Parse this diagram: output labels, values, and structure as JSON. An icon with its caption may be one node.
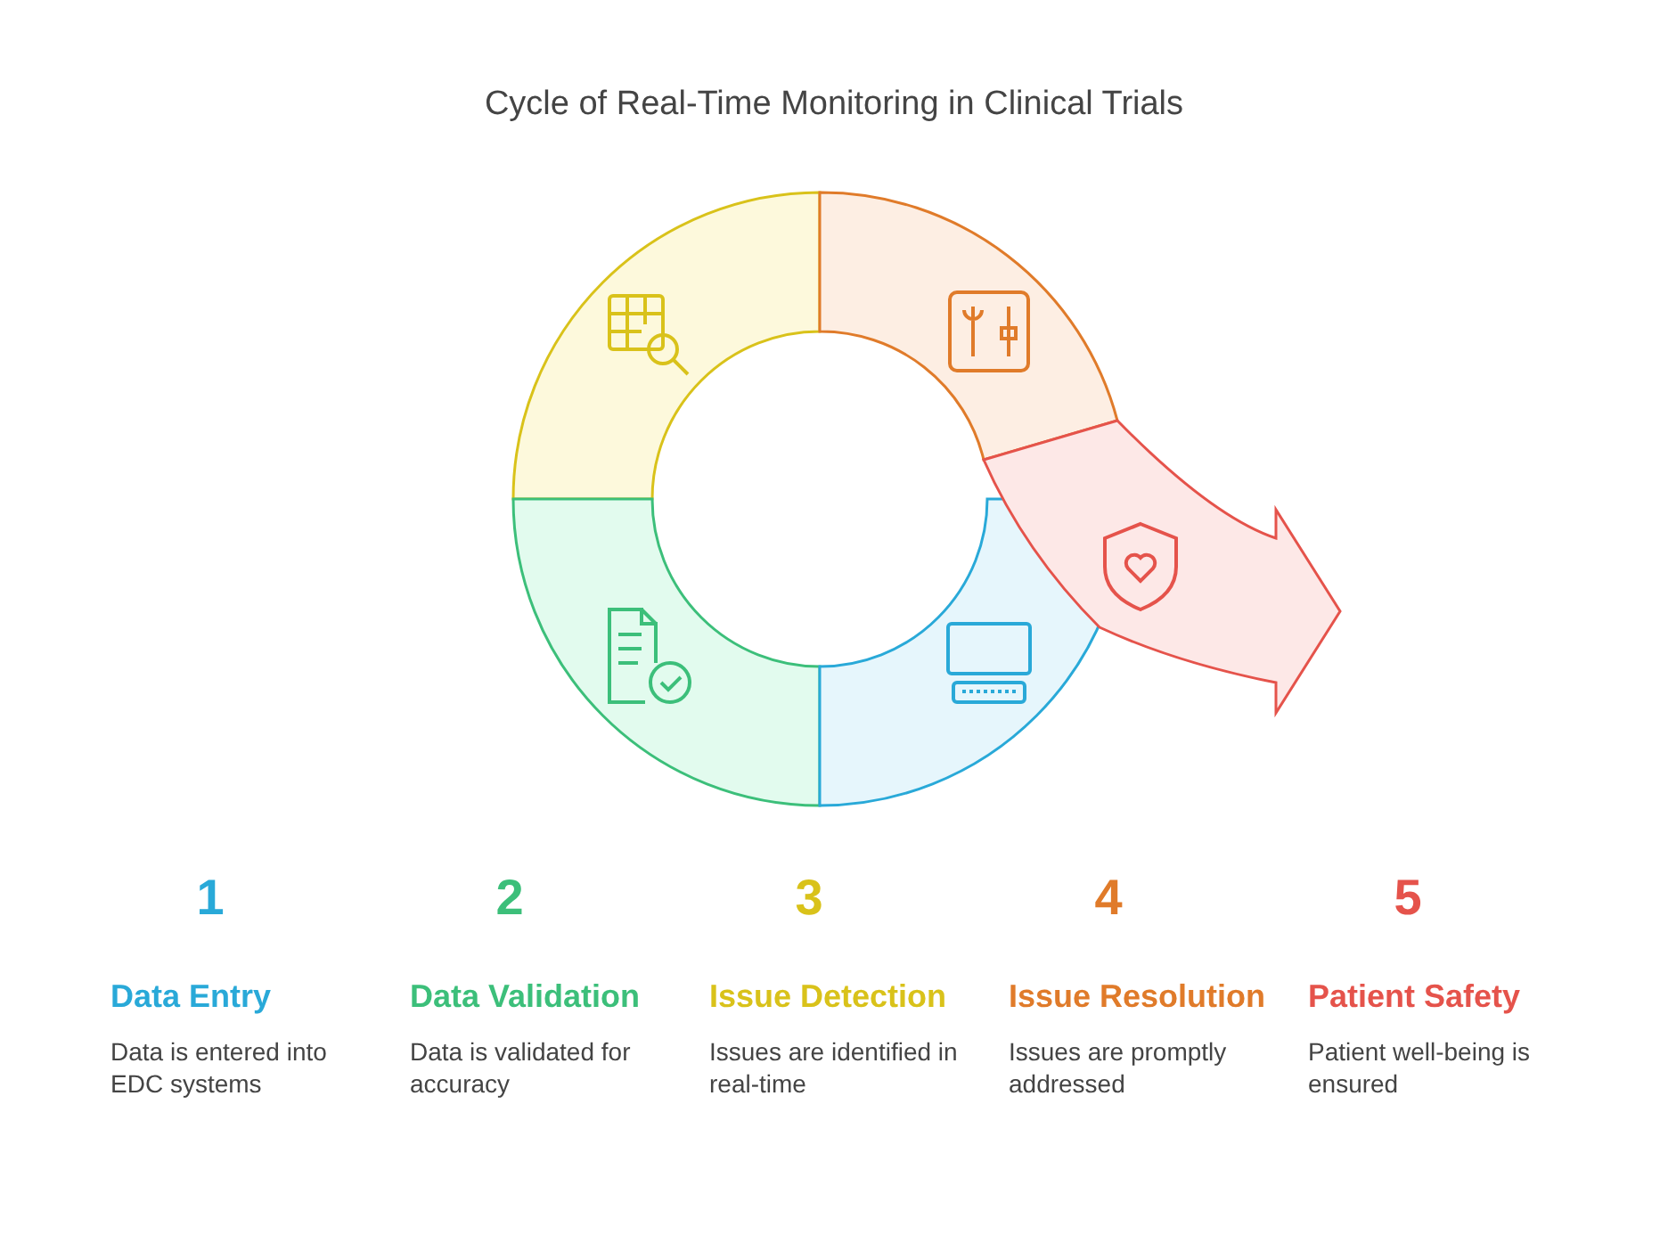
{
  "diagram": {
    "title": "Cycle of Real-Time Monitoring in Clinical Trials",
    "labels": [
      "1",
      "Data Entry",
      "Data is entered into EDC systems",
      "2",
      "Data Validation",
      "Data is validated for accuracy",
      "3",
      "Issue Detection",
      "Issues are identified in real-time",
      "4",
      "Issue Resolution",
      "Issues are promptly addressed",
      "5",
      "Patient Safety",
      "Patient well-being is ensured"
    ]
  }
}
